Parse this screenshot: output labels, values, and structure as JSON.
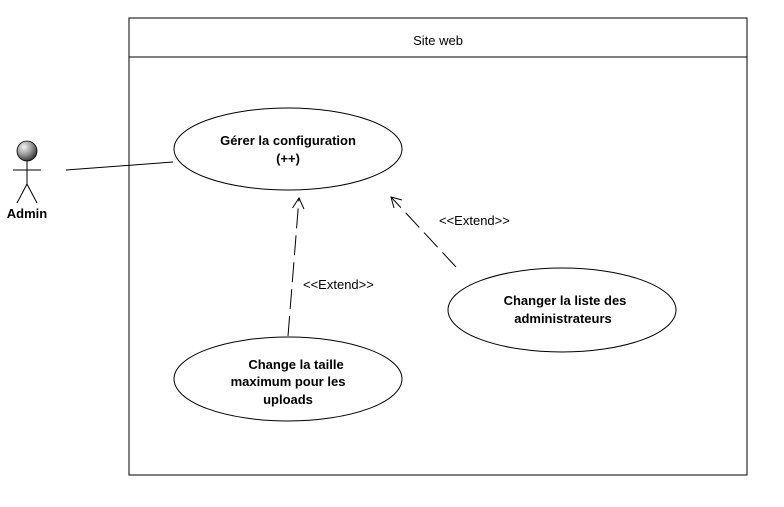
{
  "system": {
    "title": "Site web"
  },
  "actor": {
    "name": "Admin"
  },
  "use_cases": [
    {
      "id": "configure",
      "lines": [
        "Gérer la configuration",
        "(++)"
      ]
    },
    {
      "id": "admins",
      "lines": [
        "Changer la liste des",
        "administrateurs"
      ]
    },
    {
      "id": "upload",
      "lines": [
        "Change la taille",
        "maximum pour les",
        "uploads"
      ]
    }
  ],
  "relations": [
    {
      "type": "extend",
      "label": "<<Extend>>",
      "from": "upload",
      "to": "configure"
    },
    {
      "type": "extend",
      "label": "<<Extend>>",
      "from": "admins",
      "to": "configure"
    },
    {
      "type": "association",
      "from": "actor",
      "to": "configure"
    }
  ]
}
